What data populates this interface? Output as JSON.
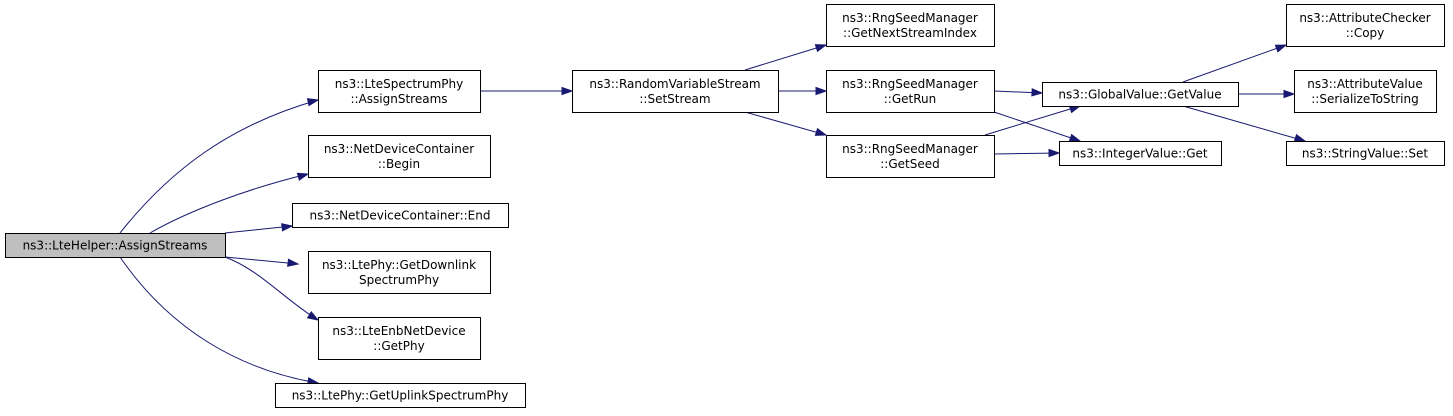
{
  "colors": {
    "edge": "#191970",
    "node_fill": "#ffffff",
    "root_fill": "#bfbfbf",
    "border": "#000000"
  },
  "nodes": [
    {
      "id": "root",
      "lines": [
        "ns3::LteHelper::AssignStreams"
      ],
      "highlighted": true
    },
    {
      "id": "ltespectrum",
      "lines": [
        "ns3::LteSpectrumPhy",
        "::AssignStreams"
      ]
    },
    {
      "id": "ndcbegin",
      "lines": [
        "ns3::NetDeviceContainer",
        "::Begin"
      ]
    },
    {
      "id": "ndcend",
      "lines": [
        "ns3::NetDeviceContainer::End"
      ]
    },
    {
      "id": "getdownlink",
      "lines": [
        "ns3::LtePhy::GetDownlink",
        "SpectrumPhy"
      ]
    },
    {
      "id": "enbgetphy",
      "lines": [
        "ns3::LteEnbNetDevice",
        "::GetPhy"
      ]
    },
    {
      "id": "getuplink",
      "lines": [
        "ns3::LtePhy::GetUplinkSpectrumPhy"
      ]
    },
    {
      "id": "setstream",
      "lines": [
        "ns3::RandomVariableStream",
        "::SetStream"
      ]
    },
    {
      "id": "nextstream",
      "lines": [
        "ns3::RngSeedManager",
        "::GetNextStreamIndex"
      ]
    },
    {
      "id": "getrun",
      "lines": [
        "ns3::RngSeedManager",
        "::GetRun"
      ]
    },
    {
      "id": "getseed",
      "lines": [
        "ns3::RngSeedManager",
        "::GetSeed"
      ]
    },
    {
      "id": "gvgetvalue",
      "lines": [
        "ns3::GlobalValue::GetValue"
      ]
    },
    {
      "id": "intget",
      "lines": [
        "ns3::IntegerValue::Get"
      ]
    },
    {
      "id": "accopy",
      "lines": [
        "ns3::AttributeChecker",
        "::Copy"
      ]
    },
    {
      "id": "avserialize",
      "lines": [
        "ns3::AttributeValue",
        "::SerializeToString"
      ]
    },
    {
      "id": "svset",
      "lines": [
        "ns3::StringValue::Set"
      ]
    }
  ],
  "edges": [
    {
      "from": "root",
      "to": "ltespectrum"
    },
    {
      "from": "root",
      "to": "ndcbegin"
    },
    {
      "from": "root",
      "to": "ndcend"
    },
    {
      "from": "root",
      "to": "getdownlink"
    },
    {
      "from": "root",
      "to": "enbgetphy"
    },
    {
      "from": "root",
      "to": "getuplink"
    },
    {
      "from": "ltespectrum",
      "to": "setstream"
    },
    {
      "from": "setstream",
      "to": "nextstream"
    },
    {
      "from": "setstream",
      "to": "getrun"
    },
    {
      "from": "setstream",
      "to": "getseed"
    },
    {
      "from": "getrun",
      "to": "gvgetvalue"
    },
    {
      "from": "getrun",
      "to": "intget"
    },
    {
      "from": "getseed",
      "to": "gvgetvalue"
    },
    {
      "from": "getseed",
      "to": "intget"
    },
    {
      "from": "gvgetvalue",
      "to": "accopy"
    },
    {
      "from": "gvgetvalue",
      "to": "avserialize"
    },
    {
      "from": "gvgetvalue",
      "to": "svset"
    }
  ]
}
